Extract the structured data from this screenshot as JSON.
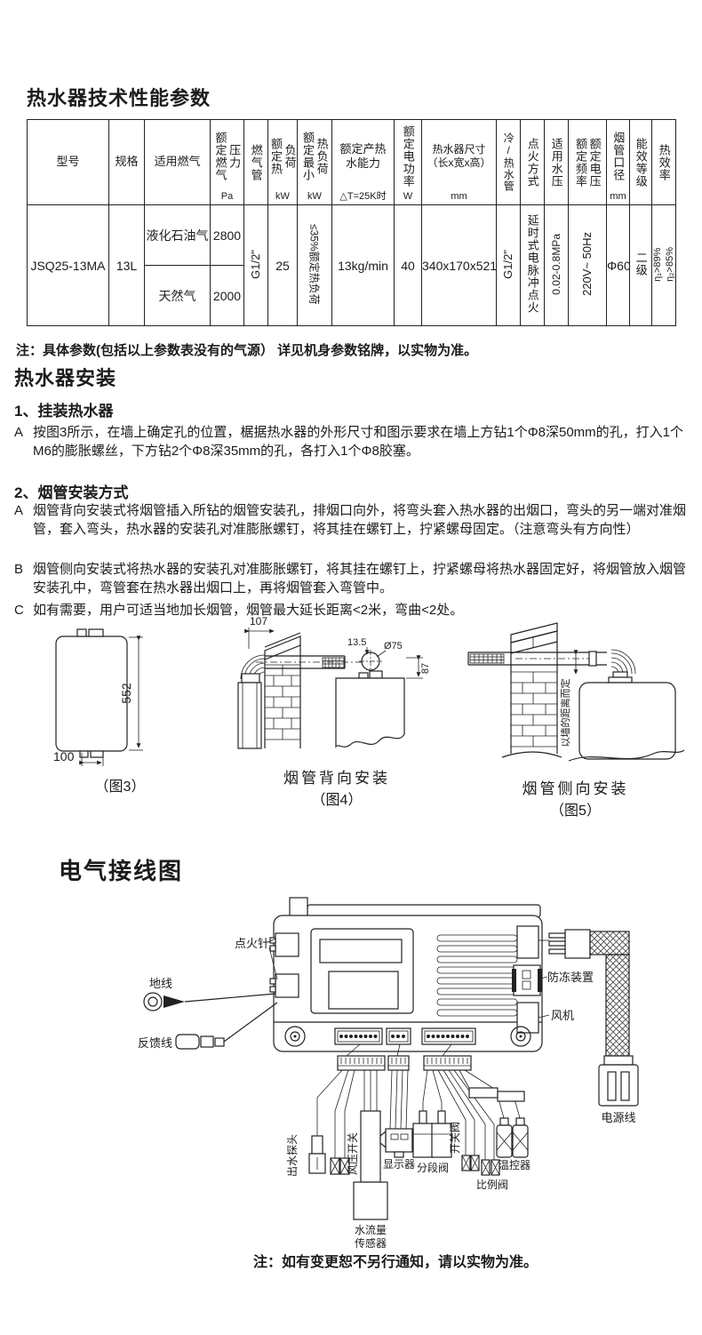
{
  "titles": {
    "specs": "热水器技术性能参数",
    "install": "热水器安装",
    "wiring": "电气接线图"
  },
  "notes": {
    "table_note": "注：具体参数(包括以上参数表没有的气源） 详见机身参数铭牌，以实物为准。",
    "bottom_note": "注：如有变更恕不另行通知，请以实物为准。"
  },
  "install": {
    "sub1": "1、挂装热水器",
    "a1_tag": "A",
    "a1": "按图3所示，在墙上确定孔的位置，椐据热水器的外形尺寸和图示要求在墙上方钻1个Φ8深50mm的孔，打入1个M6的膨胀螺丝，下方钻2个Φ8深35mm的孔，各打入1个Φ8胶塞。",
    "sub2": "2、烟管安装方式",
    "a2_tag": "A",
    "a2": "烟管背向安装式将烟管插入所钻的烟管安装孔，排烟口向外，将弯头套入热水器的出烟口，弯头的另一端对准烟管，套入弯头，热水器的安装孔对准膨胀螺钉，将其挂在螺钉上，拧紧螺母固定。（注意弯头有方向性）",
    "b_tag": "B",
    "b": "烟管侧向安装式将热水器的安装孔对准膨胀螺钉，将其挂在螺钉上，拧紧螺母将热水器固定好，将烟管放入烟管安装孔中，弯管套在热水器出烟口上，再将烟管套入弯管中。",
    "c_tag": "C",
    "c": "如有需要，用户可适当地加长烟管，烟管最大延长距离<2米，弯曲<2处。"
  },
  "table": {
    "h_model": "型号",
    "h_spec": "规格",
    "h_gas": "适用燃气",
    "h_gas_pressure": "额定燃气\n压力",
    "u_pa": "Pa",
    "h_gas_pipe": "燃气管",
    "h_heat_load": "额定热\n负荷",
    "u_kw1": "kW",
    "h_min_load": "额定最小\n热负荷",
    "u_kw2": "kW",
    "h_capacity": "额定产热\n水能力",
    "u_dt": "△T=25K时",
    "h_power": "额定电功率",
    "u_w": "W",
    "h_size": "热水器尺寸\n（长x宽x高）",
    "u_mm1": "mm",
    "h_water_pipe": "冷/热水管",
    "h_ignition": "点火方式",
    "h_water_pressure": "适用水压",
    "h_freq_volt": "额定频率\n额定电压",
    "h_flue": "烟管口径",
    "u_mm2": "mm",
    "h_energy": "能效等级",
    "h_efficiency": "热效率",
    "model": "JSQ25-13MA",
    "spec": "13L",
    "gas1": "液化石油气",
    "gas2": "天然气",
    "pressure1": "2800",
    "pressure2": "2000",
    "gas_pipe": "G1/2\"",
    "heat_load": "25",
    "min_load": "≤35%额定热负荷",
    "capacity": "13kg/min",
    "power": "40",
    "size": "340x170x521",
    "water_pipe": "G1/2\"",
    "ignition": "延时式电脉冲点火",
    "water_pressure": "0.02-0.8MPa",
    "freq_volt": "220V~  50Hz",
    "flue": "Φ60",
    "energy": "二级",
    "efficiency": "η₁>89%\nη₂>85%"
  },
  "figures": {
    "fig3": {
      "dim_h": "552",
      "dim_w": "100",
      "caption": "（图3）"
    },
    "fig4": {
      "d107": "107",
      "d135": "13.5",
      "d75": "Ø75",
      "d87": "87",
      "title": "烟管背向安装",
      "caption": "（图4）"
    },
    "fig5": {
      "note": "以墙的距离而定",
      "title": "烟管侧向安装",
      "caption": "（图5）"
    }
  },
  "wiring": {
    "ignition_pin": "点火针",
    "ground": "地线",
    "feedback": "反馈线",
    "antifreeze": "防冻装置",
    "fan": "风机",
    "power_cord": "电源线",
    "outlet_probe": "出水探头",
    "air_pressure_switch": "风压开关",
    "display": "显示器",
    "segment_valve": "分段阀",
    "switch_valve": "开关阀",
    "proportional_valve": "比例阀",
    "thermostat": "温控器",
    "flow_sensor_l1": "水流量",
    "flow_sensor_l2": "传感器"
  }
}
